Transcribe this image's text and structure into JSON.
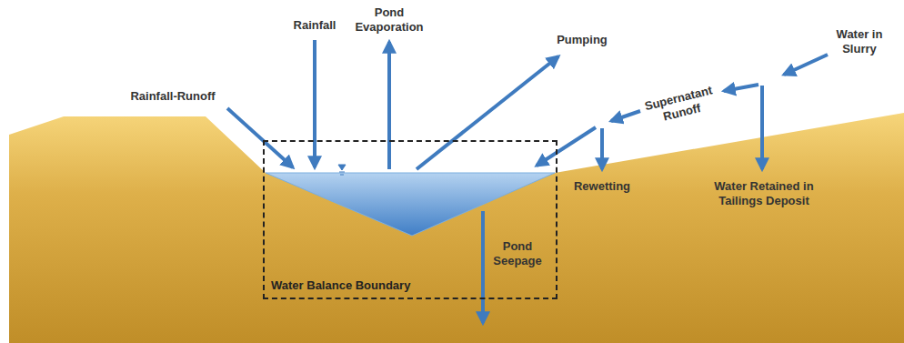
{
  "diagram": {
    "nodes": [
      {
        "text": [
          "Water Balance Boundary"
        ]
      }
    ],
    "labels": [
      "Rainfall-Runoff",
      "Rainfall",
      "Pond Evaporation",
      "Pumping",
      "Water in Slurry",
      "Supernatant Runoff",
      "Rewetting",
      "Water Retained in Tailings Deposit",
      "Pond Seepage"
    ]
  }
}
